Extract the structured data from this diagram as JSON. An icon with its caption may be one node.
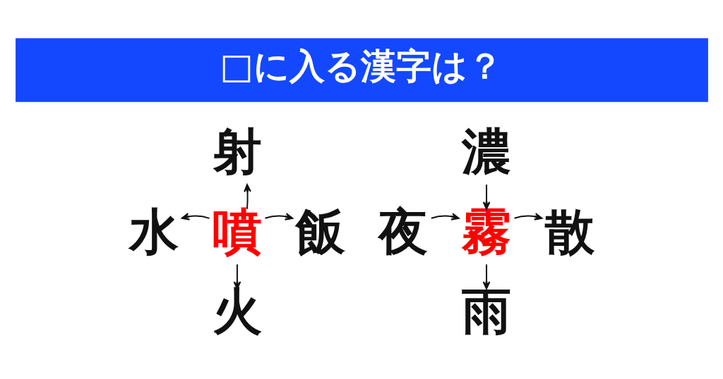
{
  "diagram": {
    "title": "□に入る漢字は？",
    "nodes": [
      {
        "text": [
          "射"
        ]
      },
      {
        "text": [
          "濃"
        ]
      },
      {
        "text": [
          "水"
        ]
      },
      {
        "text": [
          "噴"
        ]
      },
      {
        "text": [
          "飯"
        ]
      },
      {
        "text": [
          "夜"
        ]
      },
      {
        "text": [
          "霧"
        ]
      },
      {
        "text": [
          "散"
        ]
      },
      {
        "text": [
          "火"
        ]
      },
      {
        "text": [
          "雨"
        ]
      }
    ],
    "edges": [
      {
        "from": 3,
        "to": 0,
        "arrow": "to"
      },
      {
        "from": 3,
        "to": 2,
        "arrow": "to"
      },
      {
        "from": 3,
        "to": 4,
        "arrow": "to"
      },
      {
        "from": 3,
        "to": 8,
        "arrow": "to"
      },
      {
        "from": 1,
        "to": 6,
        "arrow": "to"
      },
      {
        "from": 5,
        "to": 6,
        "arrow": "to"
      },
      {
        "from": 6,
        "to": 7,
        "arrow": "to"
      },
      {
        "from": 6,
        "to": 9,
        "arrow": "to"
      }
    ]
  }
}
